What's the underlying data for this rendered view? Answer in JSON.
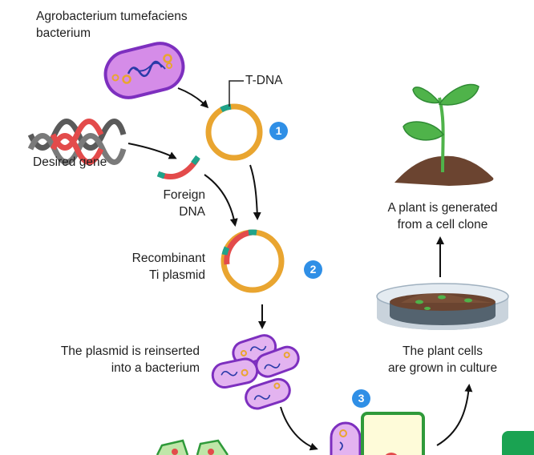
{
  "labels": {
    "agrobacterium_l1": "Agrobacterium tumefaciens",
    "agrobacterium_l2": "bacterium",
    "tdna": "T-DNA",
    "desired_gene": "Desired gene",
    "foreign_l1": "Foreign",
    "foreign_l2": "DNA",
    "recombinant_l1": "Recombinant",
    "recombinant_l2": "Ti plasmid",
    "reinserted_l1": "The plasmid is reinserted",
    "reinserted_l2": "into a bacterium",
    "culture_l1": "The plant cells",
    "culture_l2": "are grown in culture",
    "plant_l1": "A plant is generated",
    "plant_l2": "from a cell clone"
  },
  "steps": [
    "1",
    "2",
    "3"
  ],
  "colors": {
    "bacterium_fill": "#cf82e6",
    "bacterium_outline": "#7d2fbf",
    "plasmid": "#e9a530",
    "tdna": "#1fa38a",
    "foreign_dna": "#e34b4b",
    "step_badge": "#2f8fe6",
    "leaf": "#4fb34a",
    "soil": "#6b4430",
    "logo": "#1aa352"
  },
  "icons": [
    "bacterium-icon",
    "plasmid-icon",
    "dna-helix-icon",
    "petri-dish-icon",
    "seedling-icon",
    "plant-cell-icon"
  ]
}
